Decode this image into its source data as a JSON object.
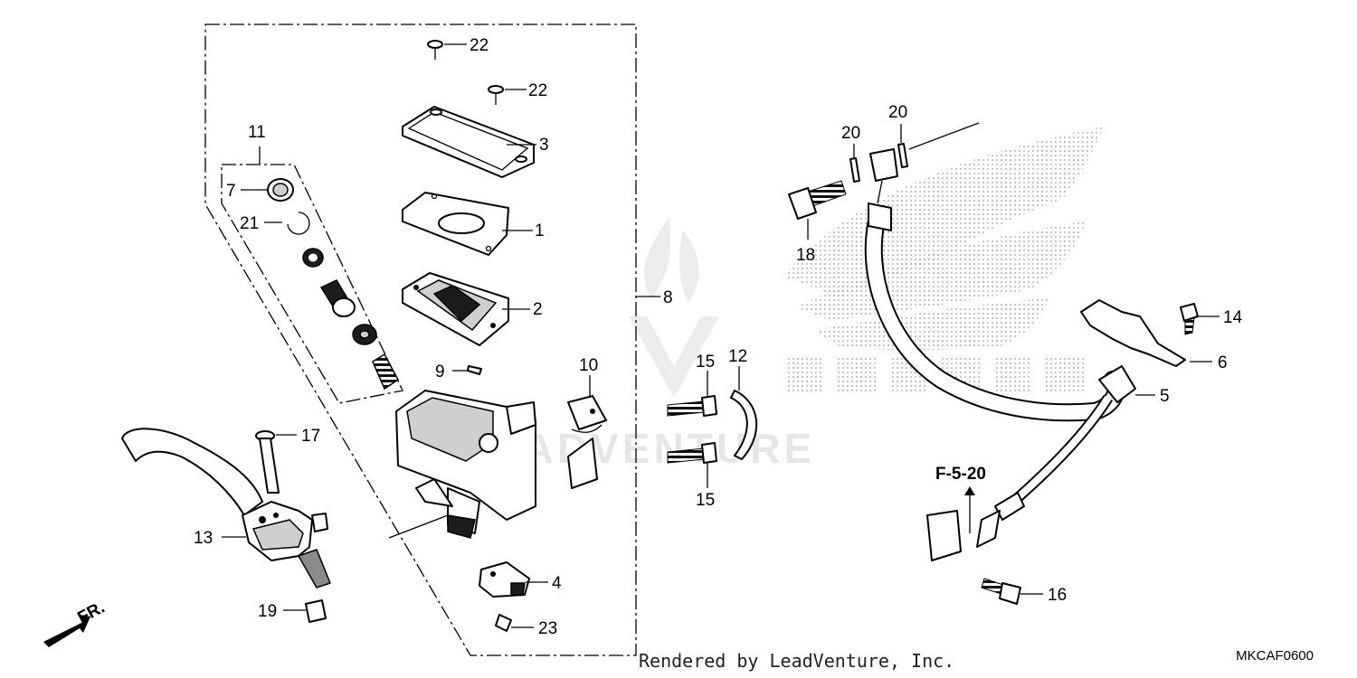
{
  "callouts": {
    "c1": "1",
    "c2": "2",
    "c3": "3",
    "c4": "4",
    "c5": "5",
    "c6": "6",
    "c7": "7",
    "c8": "8",
    "c9": "9",
    "c10": "10",
    "c11": "11",
    "c12": "12",
    "c13": "13",
    "c14": "14",
    "c15a": "15",
    "c15b": "15",
    "c16": "16",
    "c17": "17",
    "c18": "18",
    "c19": "19",
    "c20a": "20",
    "c20b": "20",
    "c21": "21",
    "c22a": "22",
    "c22b": "22",
    "c23": "23"
  },
  "reference": "F-5-20",
  "direction_label": "FR.",
  "watermark": "LEADVENTURE",
  "footer": {
    "credit": "Rendered by LeadVenture, Inc.",
    "diagram_code": "MKCAF0600"
  }
}
